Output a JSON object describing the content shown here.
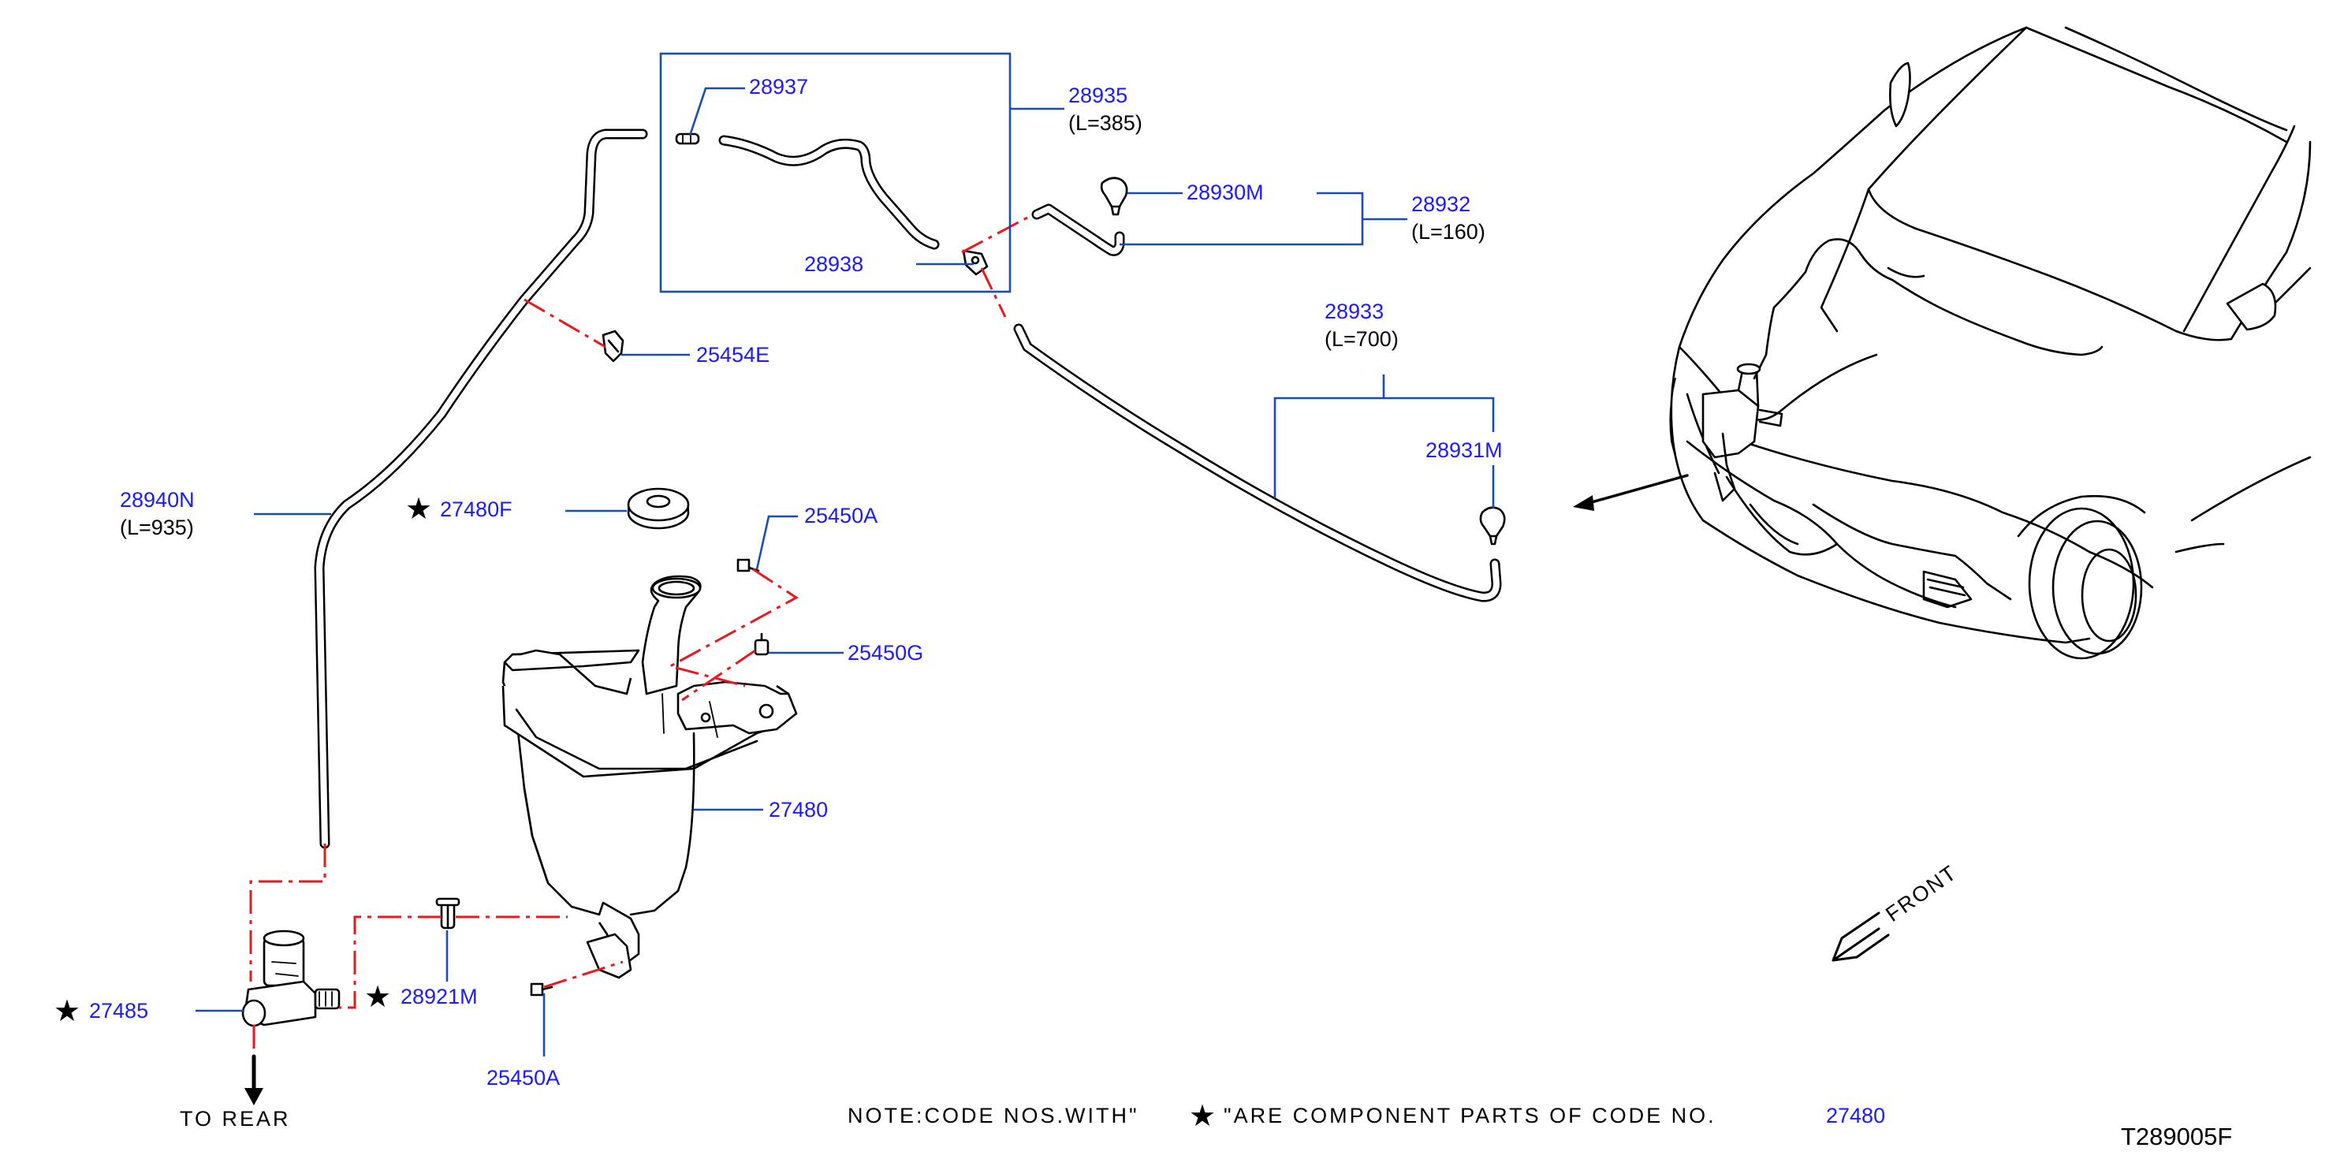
{
  "parts": {
    "p28937": "28937",
    "p28935": "28935",
    "p28935_len": "(L=385)",
    "p28930M": "28930M",
    "p28932": "28932",
    "p28932_len": "(L=160)",
    "p28938": "28938",
    "p25454E": "25454E",
    "p28933": "28933",
    "p28933_len": "(L=700)",
    "p28931M": "28931M",
    "p28940N": "28940N",
    "p28940N_len": "(L=935)",
    "p27480F": "27480F",
    "p25450A_top": "25450A",
    "p25450G": "25450G",
    "p27480": "27480",
    "p27485": "27485",
    "p28921M": "28921M",
    "p25450A_bottom": "25450A"
  },
  "labels": {
    "to_rear": "TO  REAR",
    "front": "FRONT",
    "note_prefix": "NOTE:CODE  NOS.WITH\"",
    "note_suffix": "\"ARE  COMPONENT  PARTS  OF  CODE  NO.",
    "note_code": "27480",
    "drawing_id": "T289005F"
  },
  "colors": {
    "part_number": "#1a1aff",
    "leader_line": "#1a4db3",
    "phantom_line": "#e8191e",
    "ink": "#000000"
  }
}
